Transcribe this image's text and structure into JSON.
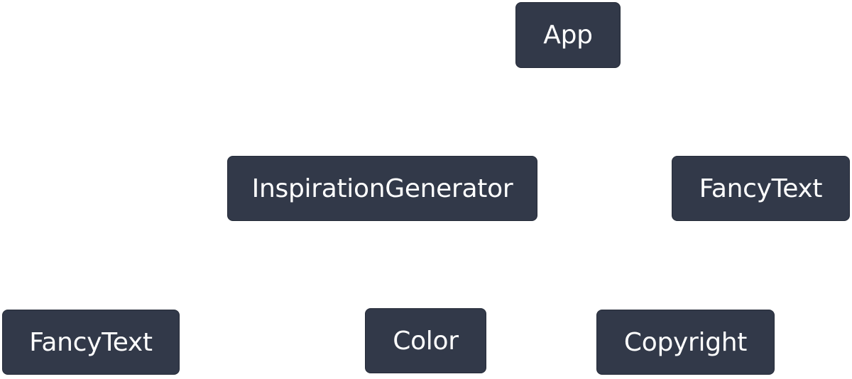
{
  "diagram": {
    "type": "component-tree",
    "colors": {
      "node_background": "#323949",
      "node_text": "#ffffff",
      "canvas_background": "#ffffff"
    },
    "nodes": {
      "app": {
        "label": "App"
      },
      "inspiration_generator": {
        "label": "InspirationGenerator"
      },
      "fancy_text_right": {
        "label": "FancyText"
      },
      "fancy_text_left": {
        "label": "FancyText"
      },
      "color": {
        "label": "Color"
      },
      "copyright": {
        "label": "Copyright"
      }
    }
  }
}
